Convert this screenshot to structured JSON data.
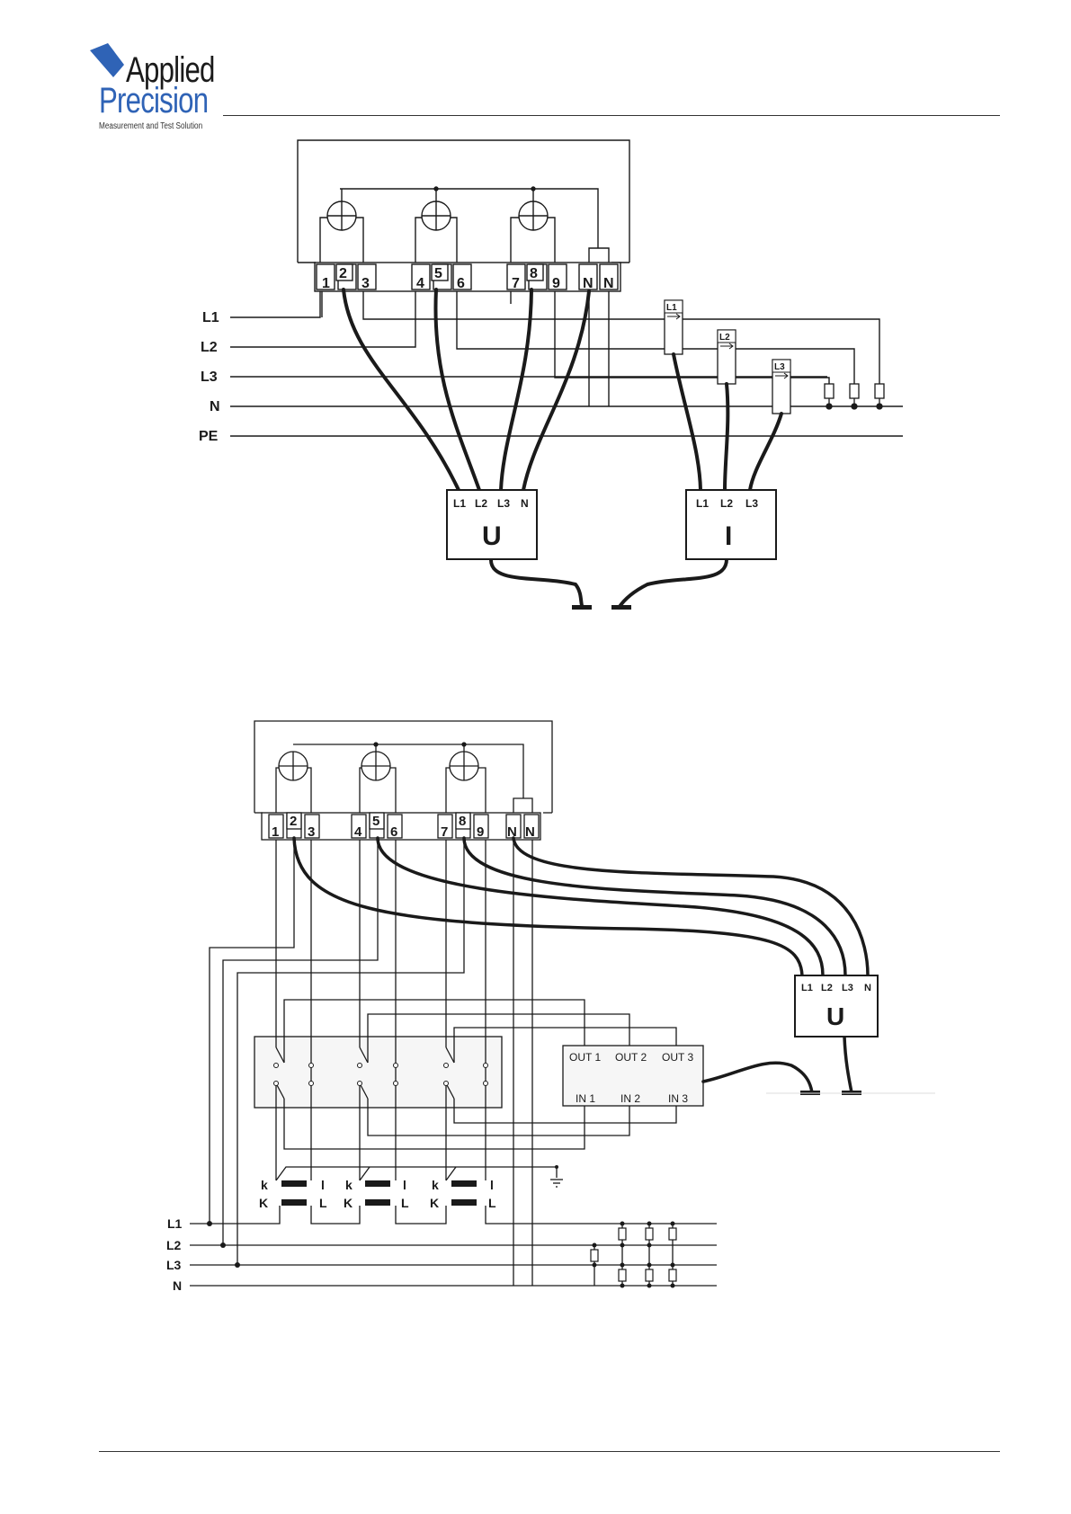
{
  "logo": {
    "line1": "Applied",
    "line2": "Precision",
    "tagline": "Measurement and Test Solution"
  },
  "diagram1": {
    "terminals": [
      "1",
      "2",
      "3",
      "4",
      "5",
      "6",
      "7",
      "8",
      "9",
      "N",
      "N"
    ],
    "lines": [
      "L1",
      "L2",
      "L3",
      "N",
      "PE"
    ],
    "clamps": [
      "L1",
      "L2",
      "L3"
    ],
    "u_inputs": [
      "L1",
      "L2",
      "L3",
      "N"
    ],
    "i_inputs": [
      "L1",
      "L2",
      "L3"
    ],
    "u_label": "U",
    "i_label": "I"
  },
  "diagram2": {
    "terminals": [
      "1",
      "2",
      "3",
      "4",
      "5",
      "6",
      "7",
      "8",
      "9",
      "N",
      "N"
    ],
    "lines": [
      "L1",
      "L2",
      "L3",
      "N"
    ],
    "u_inputs": [
      "L1",
      "L2",
      "L3",
      "N"
    ],
    "u_label": "U",
    "outputs": [
      "OUT 1",
      "OUT 2",
      "OUT 3"
    ],
    "inputs": [
      "IN 1",
      "IN 2",
      "IN 3"
    ],
    "ct_secondary": [
      "k",
      "l"
    ],
    "ct_primary": [
      "K",
      "L"
    ]
  }
}
